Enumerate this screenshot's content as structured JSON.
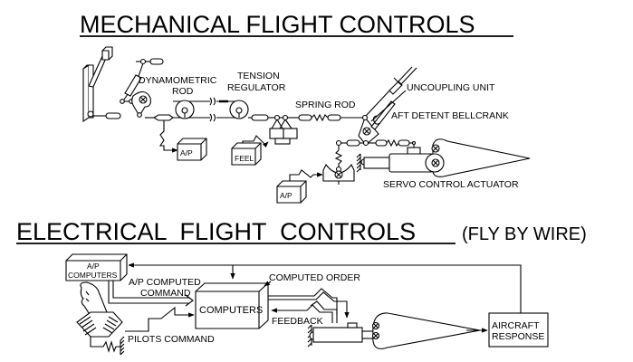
{
  "mechanical": {
    "title": "MECHANICAL FLIGHT CONTROLS",
    "labels": {
      "dynamometric_rod_1": "DYNAMOMETRIC",
      "dynamometric_rod_2": "ROD",
      "tension_regulator_1": "TENSION",
      "tension_regulator_2": "REGULATOR",
      "spring_rod": "SPRING ROD",
      "uncoupling_unit": "UNCOUPLING UNIT",
      "aft_detent_bellcrank": "AFT DETENT BELLCRANK",
      "servo_control_actuator": "SERVO CONTROL ACTUATOR",
      "autopilot_1": "A/P",
      "autopilot_2": "A/P",
      "feel": "FEEL"
    }
  },
  "electrical": {
    "title": "ELECTRICAL  FLIGHT  CONTROLS",
    "subtitle": "(FLY BY WIRE)",
    "labels": {
      "ap_computers_1": "A/P",
      "ap_computers_2": "COMPUTERS",
      "ap_computed_command_1": "A/P COMPUTED",
      "ap_computed_command_2": "COMMAND",
      "computers": "COMPUTERS",
      "computed_order": "COMPUTED ORDER",
      "feedback": "FEEDBACK",
      "pilots_command": "PILOTS COMMAND",
      "aircraft_response_1": "AIRCRAFT",
      "aircraft_response_2": "RESPONSE"
    }
  }
}
